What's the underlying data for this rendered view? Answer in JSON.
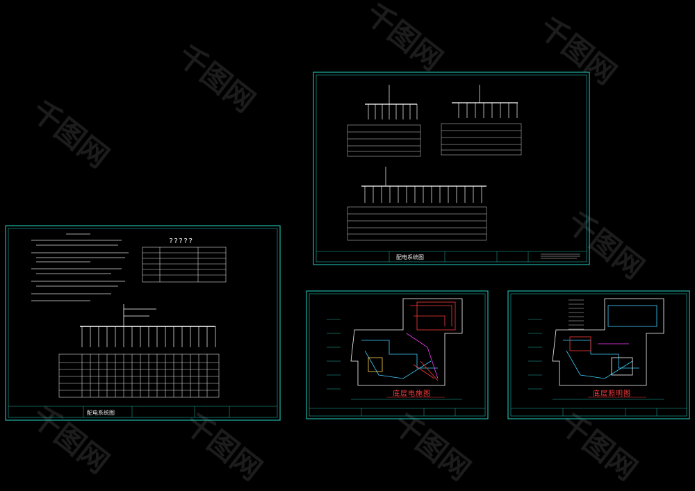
{
  "watermark": {
    "text": "千图网"
  },
  "sheets": {
    "left": {
      "title_block_label": "配电系统图",
      "table_heading": "?????"
    },
    "top": {
      "title_block_label": "配电系统图"
    },
    "plan_power": {
      "plan_title": "底层电施图"
    },
    "plan_lighting": {
      "plan_title": "底层照明图"
    }
  },
  "colors": {
    "background": "#000000",
    "frame": "#1fb5a8",
    "linework": "#ffffff",
    "accent_red": "#ff3b3b",
    "cyan": "#3fd0ff",
    "magenta": "#ff3bff"
  },
  "icons": {
    "watermark_logo": "qiantu-logo-icon"
  }
}
